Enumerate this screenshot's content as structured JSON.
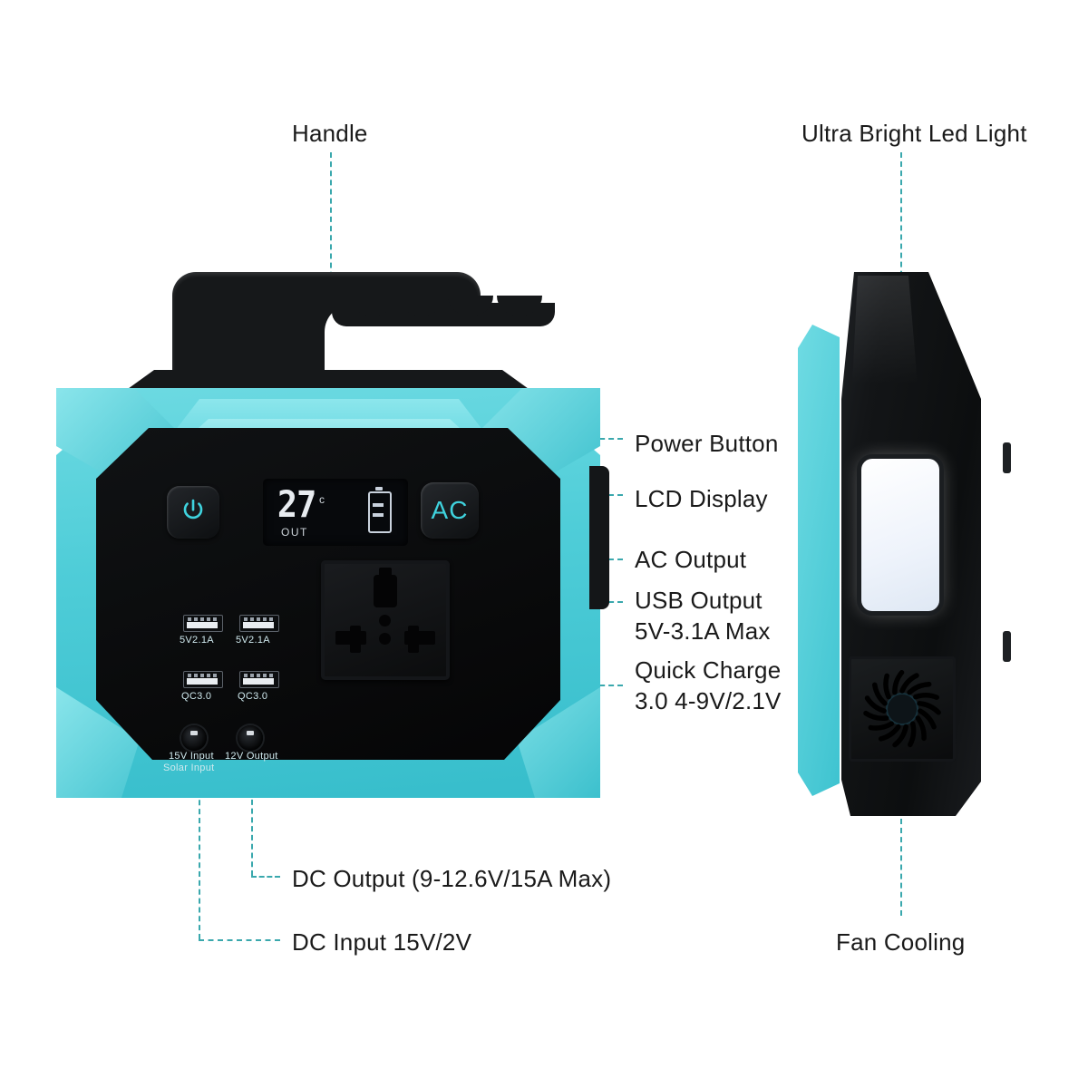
{
  "product": {
    "name": "Portable Power Station",
    "accent_color": "#23c7d4",
    "body_color": "#4fcdd8",
    "panel_color": "#0a0b0c"
  },
  "callouts": {
    "handle": "Handle",
    "ultra_bright_led_light": "Ultra Bright Led Light",
    "power_button": "Power Button",
    "lcd_display": "LCD Display",
    "ac_output": "AC Output",
    "usb_output": "USB Output\n5V-3.1A Max",
    "quick_charge": "Quick Charge\n3.0 4-9V/2.1V",
    "dc_output": "DC Output (9-12.6V/15A Max)",
    "dc_input": "DC Input 15V/2V",
    "fan_cooling": "Fan Cooling"
  },
  "lcd": {
    "value": "27",
    "unit": "c",
    "mode": "OUT",
    "battery_icon": "battery-icon"
  },
  "controls": {
    "power_icon": "power-icon",
    "ac_label": "AC"
  },
  "ports": {
    "usb": [
      {
        "label": "5V2.1A"
      },
      {
        "label": "5V2.1A"
      },
      {
        "label": "QC3.0"
      },
      {
        "label": "QC3.0"
      }
    ],
    "dc": [
      {
        "label_line1": "15V Input",
        "label_line2": "Solar Input"
      },
      {
        "label_line1": "12V Output",
        "label_line2": ""
      }
    ],
    "ac_socket": "universal-ac-socket"
  }
}
